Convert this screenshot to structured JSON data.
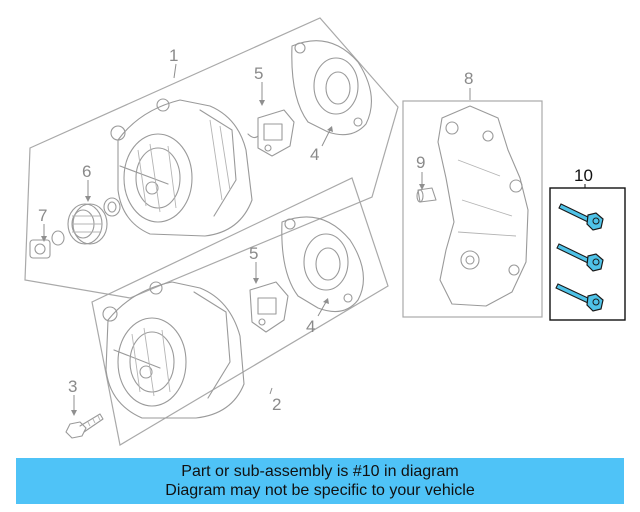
{
  "callouts": {
    "c1": "1",
    "c2": "2",
    "c3": "3",
    "c4a": "4",
    "c4b": "4",
    "c5a": "5",
    "c5b": "5",
    "c6": "6",
    "c7": "7",
    "c8": "8",
    "c9": "9",
    "c10": "10"
  },
  "banner": {
    "line1": "Part or sub-assembly is #10 in diagram",
    "line2": "Diagram may not be specific to your vehicle"
  },
  "colors": {
    "highlight": "#4fc3e8",
    "banner": "#4fc3f7",
    "line": "#9a9a9a"
  }
}
